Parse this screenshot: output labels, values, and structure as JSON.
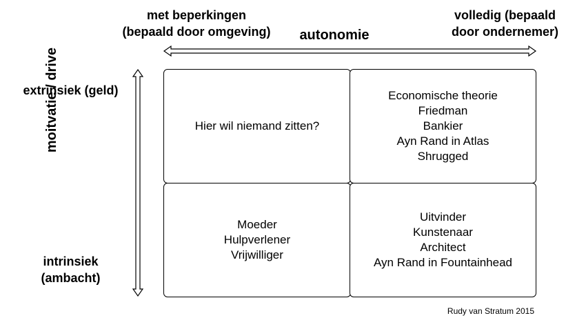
{
  "autonomy_axis": {
    "title": "autonomie",
    "low_label_lines": [
      "met beperkingen",
      "(bepaald door omgeving)"
    ],
    "high_label_lines": [
      "volledig (bepaald",
      "door ondernemer)"
    ]
  },
  "motivation_axis": {
    "title": "moitvatie / drive",
    "high_label_lines": [
      "extrinsiek (geld)"
    ],
    "low_label_lines": [
      "intrinsiek",
      "(ambacht)"
    ]
  },
  "quadrants": {
    "extrinsic_limited": [
      "Hier wil niemand zitten?"
    ],
    "extrinsic_full": [
      "Economische theorie",
      "Friedman",
      "Bankier",
      "Ayn Rand in Atlas",
      "Shrugged"
    ],
    "intrinsic_limited": [
      "Moeder",
      "Hulpverlener",
      "Vrijwilliger"
    ],
    "intrinsic_full": [
      "Uitvinder",
      "Kunstenaar",
      "Architect",
      "Ayn Rand in Fountainhead"
    ]
  },
  "credit": "Rudy van Stratum 2015"
}
